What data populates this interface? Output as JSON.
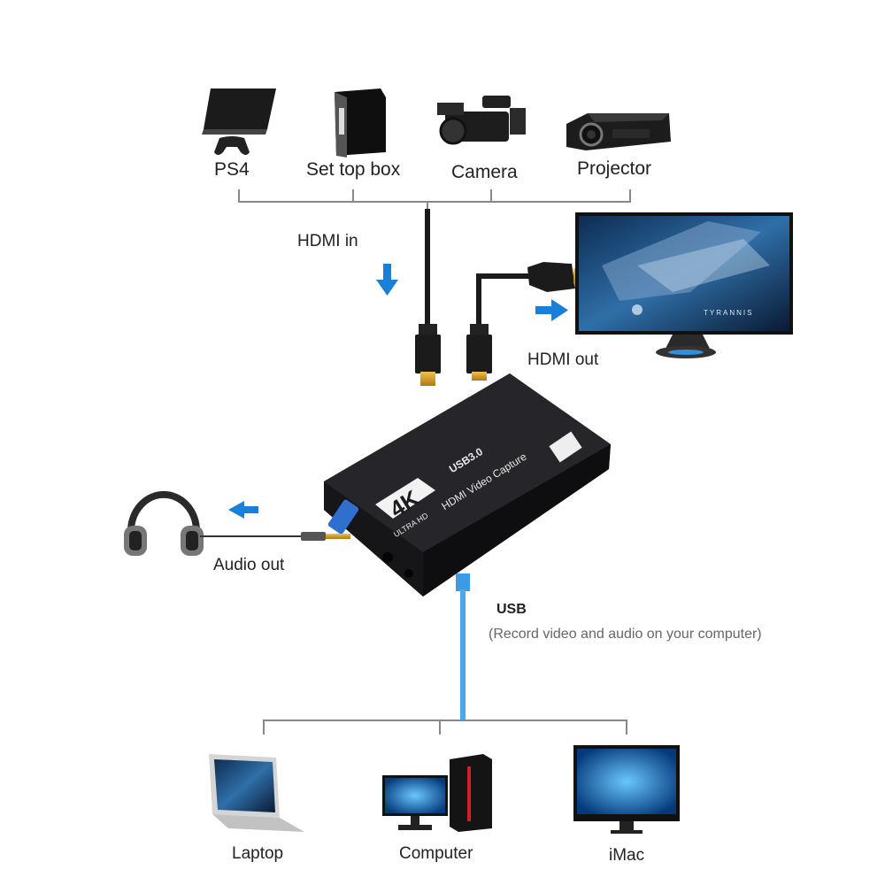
{
  "sources": [
    {
      "label": "PS4",
      "icon": "ps4-console-icon"
    },
    {
      "label": "Set top box",
      "icon": "set-top-box-icon"
    },
    {
      "label": "Camera",
      "icon": "camcorder-icon"
    },
    {
      "label": "Projector",
      "icon": "projector-icon"
    }
  ],
  "hdmi_in_label": "HDMI in",
  "hdmi_out_label": "HDMI out",
  "audio_out_label": "Audio out",
  "usb_label": "USB",
  "usb_note": "(Record video and audio on your computer)",
  "device": {
    "brand_4k": "4K",
    "ultra_hd": "ULTRA HD",
    "line1": "USB3.0",
    "line2": "HDMI Video Capture"
  },
  "monitor_screen_text": "TYRANNIS",
  "computers": [
    {
      "label": "Laptop",
      "icon": "laptop-icon"
    },
    {
      "label": "Computer",
      "icon": "desktop-computer-icon"
    },
    {
      "label": "iMac",
      "icon": "imac-icon"
    }
  ],
  "colors": {
    "arrow": "#1a7fd6",
    "usb_cable": "#4aa8ec",
    "device": "#1c1c1e",
    "line": "#888888"
  }
}
